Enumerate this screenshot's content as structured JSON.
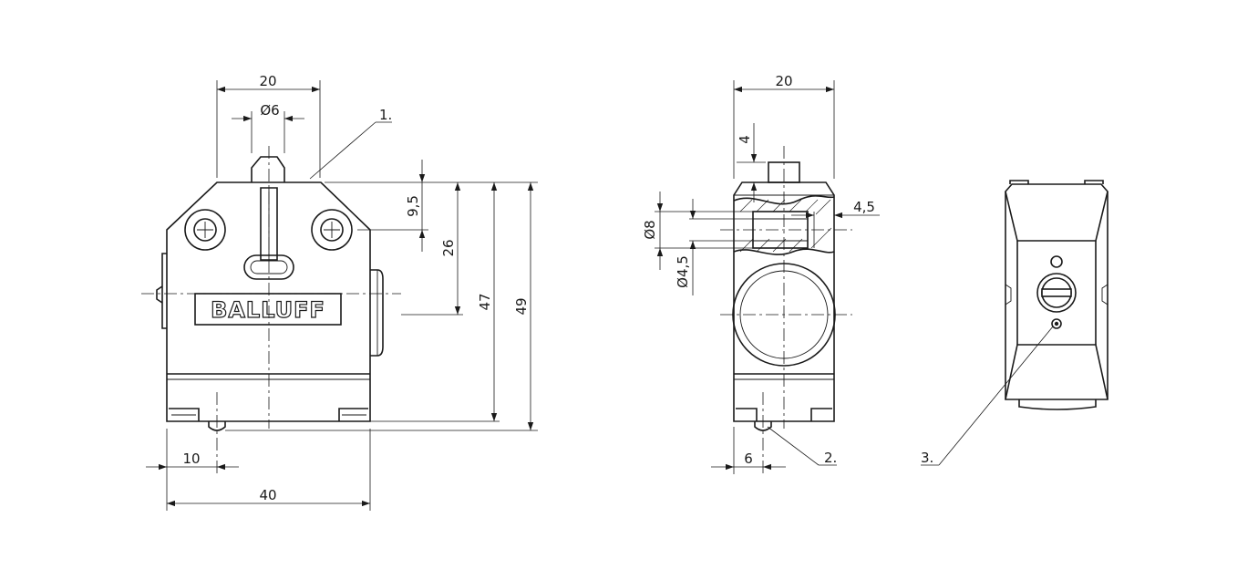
{
  "logo": "BALLUFF",
  "front_view": {
    "dims": {
      "top_width": "20",
      "plunger_dia": "Ø6",
      "height_plunger": "9,5",
      "height_axis": "26",
      "height_body": "47",
      "height_total": "49",
      "offset": "10",
      "total_width": "40"
    },
    "callout": "1."
  },
  "side_view": {
    "dims": {
      "top_width": "20",
      "plunger_height": "4",
      "hole_small": "4,5",
      "bore_dia": "Ø8",
      "hole_dia": "Ø4,5",
      "offset": "6"
    },
    "callout": "2."
  },
  "rear_view": {
    "callout": "3."
  }
}
